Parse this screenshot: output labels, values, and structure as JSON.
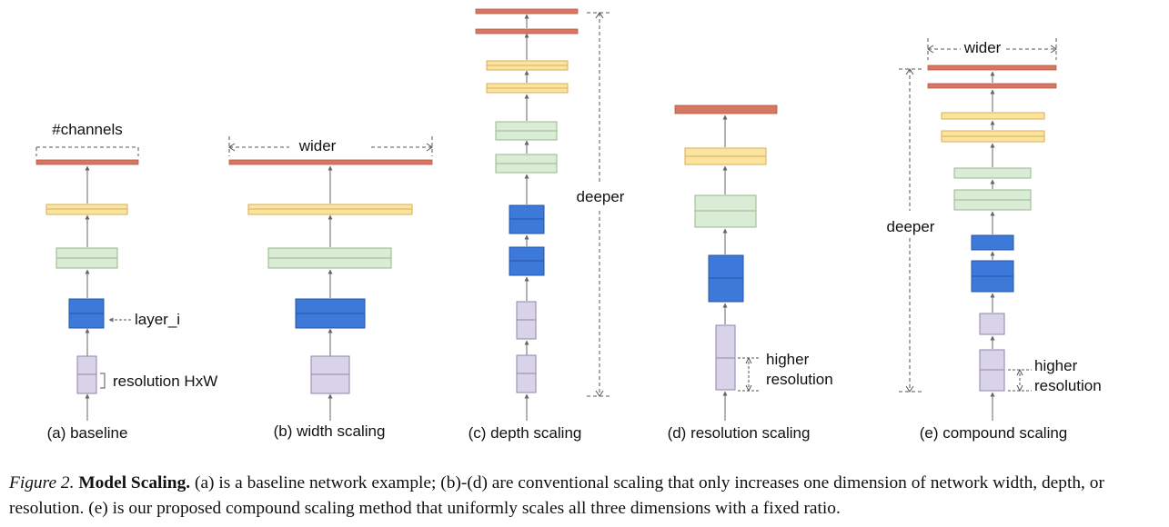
{
  "labels": {
    "channels": "#channels",
    "layer": "layer_i",
    "resolution": "resolution HxW",
    "wider_b": "wider",
    "wider_e": "wider",
    "deeper_c": "deeper",
    "deeper_e": "deeper",
    "higher_d": "higher",
    "resolution_d": "resolution",
    "higher_e": "higher",
    "resolution_e": "resolution"
  },
  "panels": {
    "a": "(a) baseline",
    "b": "(b) width scaling",
    "c": "(c) depth scaling",
    "d": "(d) resolution scaling",
    "e": "(e) compound scaling"
  },
  "caption": {
    "figure": "Figure 2.",
    "title": "Model Scaling.",
    "body": "(a) is a baseline network example; (b)-(d) are conventional scaling that only increases one dimension of network width, depth, or resolution. (e) is our proposed compound scaling method that uniformly scales all three dimensions with a fixed ratio."
  },
  "colors": {
    "red": "#d47763",
    "yellow": "#fbe4a0",
    "yellow_stroke": "#d8ae56",
    "green": "#dbecd6",
    "green_stroke": "#95b88b",
    "blue": "#3c79d8",
    "blue_stroke": "#2554a8",
    "purple": "#d9d3ea",
    "purple_stroke": "#8e86a8",
    "arrow": "#666666"
  }
}
